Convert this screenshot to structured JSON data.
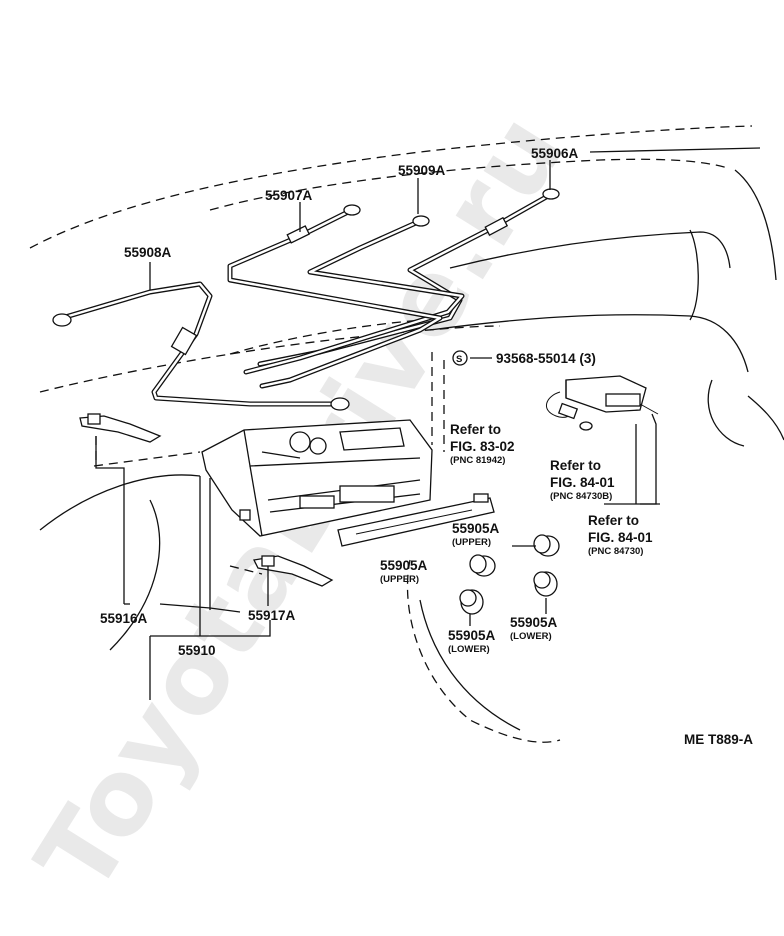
{
  "watermark": "ToyotaDrive.ru",
  "labels": {
    "p55906a": "55906A",
    "p55909a": "55909A",
    "p55907a": "55907A",
    "p55908a": "55908A",
    "screw_symbol": "S",
    "screw_part": "93568-55014 (3)",
    "ref1_line1": "Refer to",
    "ref1_line2": "FIG. 83-02",
    "ref1_line3": "(PNC 81942)",
    "ref2_line1": "Refer to",
    "ref2_line2": "FIG. 84-01",
    "ref2_line3": "(PNC 84730B)",
    "ref3_line1": "Refer to",
    "ref3_line2": "FIG. 84-01",
    "ref3_line3": "(PNC 84730)",
    "knob_upper_1": "55905A",
    "knob_upper_1_sub": "(UPPER)",
    "knob_upper_2": "55905A",
    "knob_upper_2_sub": "(UPPER)",
    "knob_lower_1": "55905A",
    "knob_lower_1_sub": "(LOWER)",
    "knob_lower_2": "55905A",
    "knob_lower_2_sub": "(LOWER)",
    "p55916a": "55916A",
    "p55917a": "55917A",
    "p55910": "55910",
    "figure_code": "ME T889-A"
  }
}
